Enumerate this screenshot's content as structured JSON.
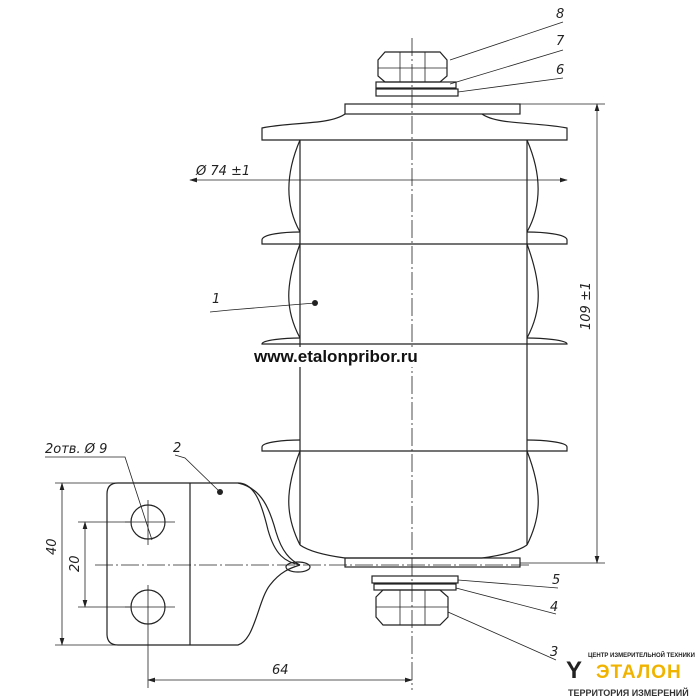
{
  "callouts": {
    "p1": "1",
    "p2": "2",
    "p3": "3",
    "p4": "4",
    "p5": "5",
    "p6": "6",
    "p7": "7",
    "p8": "8"
  },
  "dimensions": {
    "diameter": "Ø 74 ±1",
    "height": "109 ±1",
    "holes": "2отв. Ø 9",
    "bracket_height": "40",
    "hole_spacing": "20",
    "offset": "64"
  },
  "watermark": "www.etalonpribor.ru",
  "logo": {
    "top": "ЦЕНТР ИЗМЕРИТЕЛЬНОЙ ТЕХНИКИ",
    "main": "ЭТАЛОН",
    "sub": "ТЕРРИТОРИЯ ИЗМЕРЕНИЙ"
  }
}
